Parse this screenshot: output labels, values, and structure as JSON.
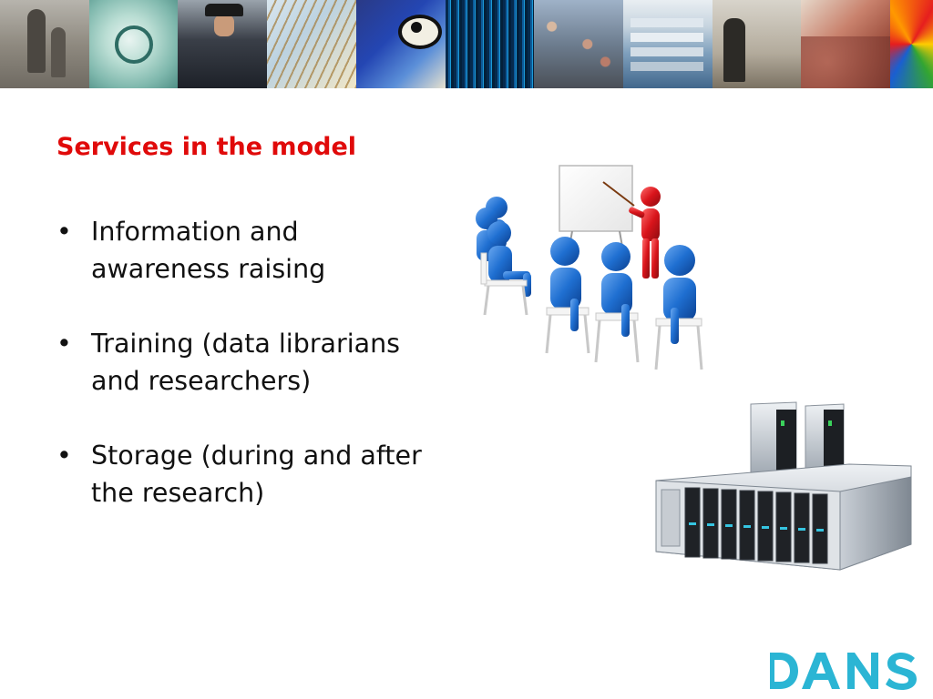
{
  "slide": {
    "title": "Services in the model",
    "bullets": [
      {
        "marker": "•",
        "text": "Information and awareness raising"
      },
      {
        "marker": "•",
        "text": "Training (data librarians and researchers)"
      },
      {
        "marker": "•",
        "text": "Storage (during and after the research)"
      }
    ]
  },
  "logo": {
    "text": "DANS",
    "color": "#2bb5d4"
  },
  "colors": {
    "title": "#e00a0a",
    "figure_blue": "#1f6fd1",
    "figure_red": "#d9141b"
  },
  "banner": {
    "tiles": [
      "old-photo",
      "glass-object",
      "uniformed-men",
      "sailing-rigging",
      "stained-glass-face",
      "data-streams",
      "crowd",
      "archive-books",
      "archival-portrait",
      "map",
      "colored-map"
    ]
  }
}
